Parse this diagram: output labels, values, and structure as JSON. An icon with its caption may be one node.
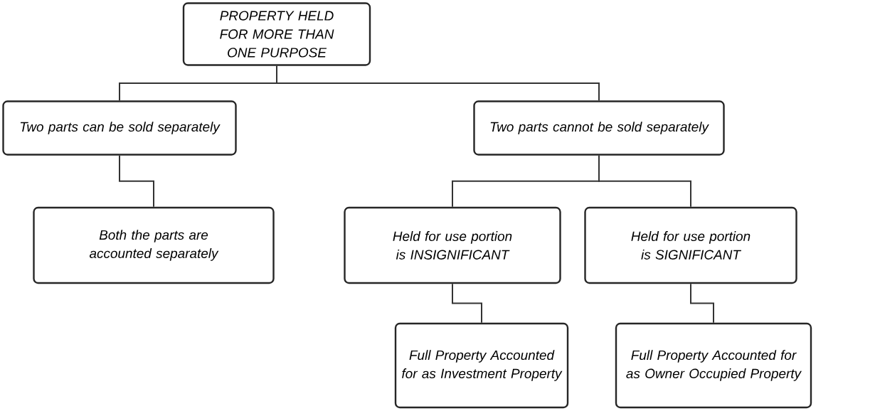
{
  "diagram": {
    "nodes": [
      {
        "text": [
          "PROPERTY HELD FOR MORE THAN ONE PURPOSE"
        ]
      },
      {
        "text": [
          "Two parts can be sold separately"
        ]
      },
      {
        "text": [
          "Two parts cannot be sold separately"
        ]
      },
      {
        "text": [
          "Both the parts are accounted separately"
        ]
      },
      {
        "text": [
          "Held for use portion is INSIGNIFICANT"
        ]
      },
      {
        "text": [
          "Held for use portion is SIGNIFICANT"
        ]
      },
      {
        "text": [
          "Full Property Accounted for as Investment Property"
        ]
      },
      {
        "text": [
          "Full Property Accounted for as Owner Occupied Property"
        ]
      }
    ],
    "edges": [
      {
        "from": 0,
        "to": 1,
        "arrow": "none"
      },
      {
        "from": 0,
        "to": 2,
        "arrow": "none"
      },
      {
        "from": 1,
        "to": 3,
        "arrow": "none"
      },
      {
        "from": 2,
        "to": 4,
        "arrow": "none"
      },
      {
        "from": 2,
        "to": 5,
        "arrow": "none"
      },
      {
        "from": 4,
        "to": 6,
        "arrow": "none"
      },
      {
        "from": 5,
        "to": 7,
        "arrow": "none"
      }
    ]
  }
}
